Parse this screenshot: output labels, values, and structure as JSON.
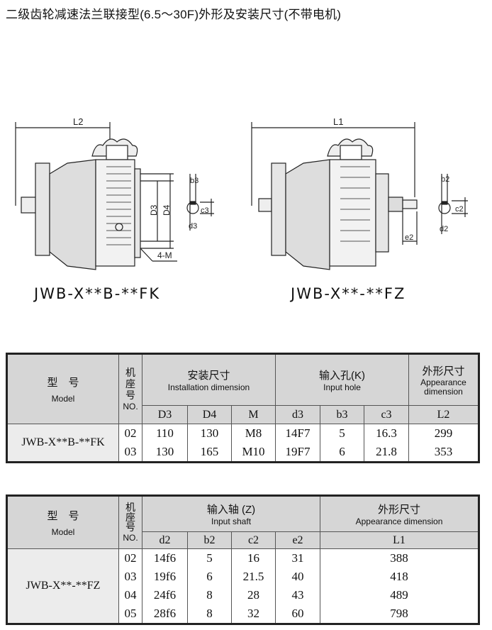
{
  "title": "二级齿轮减速法兰联接型(6.5～30F)外形及安装尺寸(不带电机)",
  "drawings": {
    "left": {
      "caption": "JWB-X**B-**FK",
      "labels": {
        "L2": "L2",
        "D3": "D3",
        "D4": "D4",
        "b3": "b3",
        "c3": "c3",
        "d3": "d3",
        "M": "4-M"
      }
    },
    "right": {
      "caption": "JWB-X**-**FZ",
      "labels": {
        "L1": "L1",
        "b2": "b2",
        "c2": "c2",
        "d2": "d2",
        "e2": "e2"
      }
    }
  },
  "table1": {
    "model_zh": "型　号",
    "model_en": "Model",
    "no_zh": "机座号",
    "no_en": "NO.",
    "groups": [
      {
        "zh": "安装尺寸",
        "en": "Installation dimension"
      },
      {
        "zh": "输入孔(K)",
        "en": "Input hole"
      },
      {
        "zh": "外形尺寸",
        "en": "Appearance dimension"
      }
    ],
    "columns": [
      "D3",
      "D4",
      "M",
      "d3",
      "b3",
      "c3",
      "L2"
    ],
    "model": "JWB-X**B-**FK",
    "rows": [
      {
        "no": "02",
        "values": [
          "110",
          "130",
          "M8",
          "14F7",
          "5",
          "16.3",
          "299"
        ]
      },
      {
        "no": "03",
        "values": [
          "130",
          "165",
          "M10",
          "19F7",
          "6",
          "21.8",
          "353"
        ]
      }
    ]
  },
  "table2": {
    "model_zh": "型　号",
    "model_en": "Model",
    "no_zh": "机座号",
    "no_en": "NO.",
    "groups": [
      {
        "zh": "输入轴 (Z)",
        "en": "Input shaft"
      },
      {
        "zh": "外形尺寸",
        "en": "Appearance dimension"
      }
    ],
    "columns": [
      "d2",
      "b2",
      "c2",
      "e2",
      "L1"
    ],
    "model": "JWB-X**-**FZ",
    "rows": [
      {
        "no": "02",
        "values": [
          "14f6",
          "5",
          "16",
          "31",
          "388"
        ]
      },
      {
        "no": "03",
        "values": [
          "19f6",
          "6",
          "21.5",
          "40",
          "418"
        ]
      },
      {
        "no": "04",
        "values": [
          "24f6",
          "8",
          "28",
          "43",
          "489"
        ]
      },
      {
        "no": "05",
        "values": [
          "28f6",
          "8",
          "32",
          "60",
          "798"
        ]
      }
    ]
  }
}
